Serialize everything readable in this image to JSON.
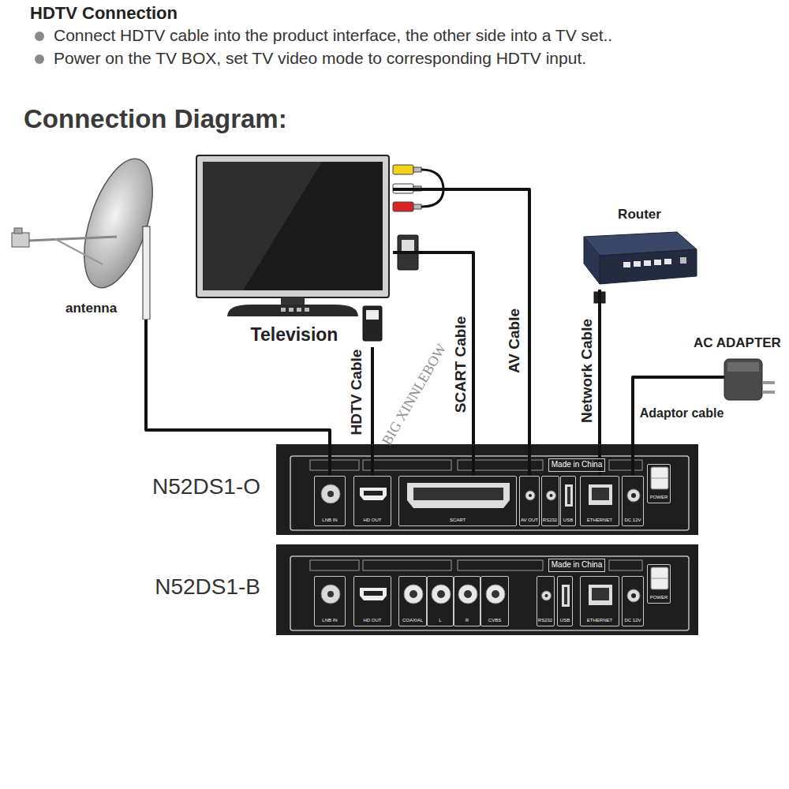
{
  "diagram": {
    "title": "HDTV Connection",
    "nodes": [
      {
        "text": [
          "antenna"
        ]
      },
      {
        "text": [
          "Television"
        ]
      },
      {
        "text": [
          "Router"
        ]
      },
      {
        "text": [
          "AC ADAPTER"
        ]
      },
      {
        "text": [
          "N52DS1-O"
        ]
      },
      {
        "text": [
          "Made in China"
        ],
        "in": 4
      },
      {
        "text": [
          "LNB IN"
        ],
        "in": 4
      },
      {
        "text": [
          "HD OUT"
        ],
        "in": 4
      },
      {
        "text": [
          "SCART"
        ],
        "in": 4
      },
      {
        "text": [
          "AV OUT"
        ],
        "in": 4
      },
      {
        "text": [
          "RS232"
        ],
        "in": 4
      },
      {
        "text": [
          "USB"
        ],
        "in": 4
      },
      {
        "text": [
          "ETHERNET"
        ],
        "in": 4
      },
      {
        "text": [
          "DC 12V"
        ],
        "in": 4
      },
      {
        "text": [
          "POWER"
        ],
        "in": 4
      },
      {
        "text": [
          "N52DS1-B"
        ]
      },
      {
        "text": [
          "Made in China"
        ],
        "in": 15
      },
      {
        "text": [
          "LNB IN"
        ],
        "in": 15
      },
      {
        "text": [
          "HD OUT"
        ],
        "in": 15
      },
      {
        "text": [
          "COAXIAL"
        ],
        "in": 15
      },
      {
        "text": [
          "L"
        ],
        "in": 15
      },
      {
        "text": [
          "R"
        ],
        "in": 15
      },
      {
        "text": [
          "CVBS"
        ],
        "in": 15
      },
      {
        "text": [
          "RS232"
        ],
        "in": 15
      },
      {
        "text": [
          "USB"
        ],
        "in": 15
      },
      {
        "text": [
          "ETHERNET"
        ],
        "in": 15
      },
      {
        "text": [
          "DC 12V"
        ],
        "in": 15
      },
      {
        "text": [
          "POWER"
        ],
        "in": 15
      }
    ],
    "edges": [
      {
        "from": 0,
        "to": 6,
        "arrow": "none"
      },
      {
        "from": 1,
        "to": 7,
        "label": "HDTV Cable",
        "arrow": "none"
      },
      {
        "from": 1,
        "to": 8,
        "label": "SCART Cable",
        "arrow": "none"
      },
      {
        "from": 1,
        "to": 9,
        "label": "AV Cable",
        "arrow": "none"
      },
      {
        "from": 2,
        "to": 12,
        "label": "Network Cable",
        "arrow": "none"
      },
      {
        "from": 3,
        "to": 13,
        "label": "Adaptor cable",
        "arrow": "none"
      }
    ],
    "labels": [
      "Connect HDTV cable into the product interface, the other side into a TV set..",
      "Power on the TV BOX, set TV video mode to corresponding HDTV input.",
      "Connection Diagram:",
      "BIG XINNLEBOW"
    ]
  }
}
